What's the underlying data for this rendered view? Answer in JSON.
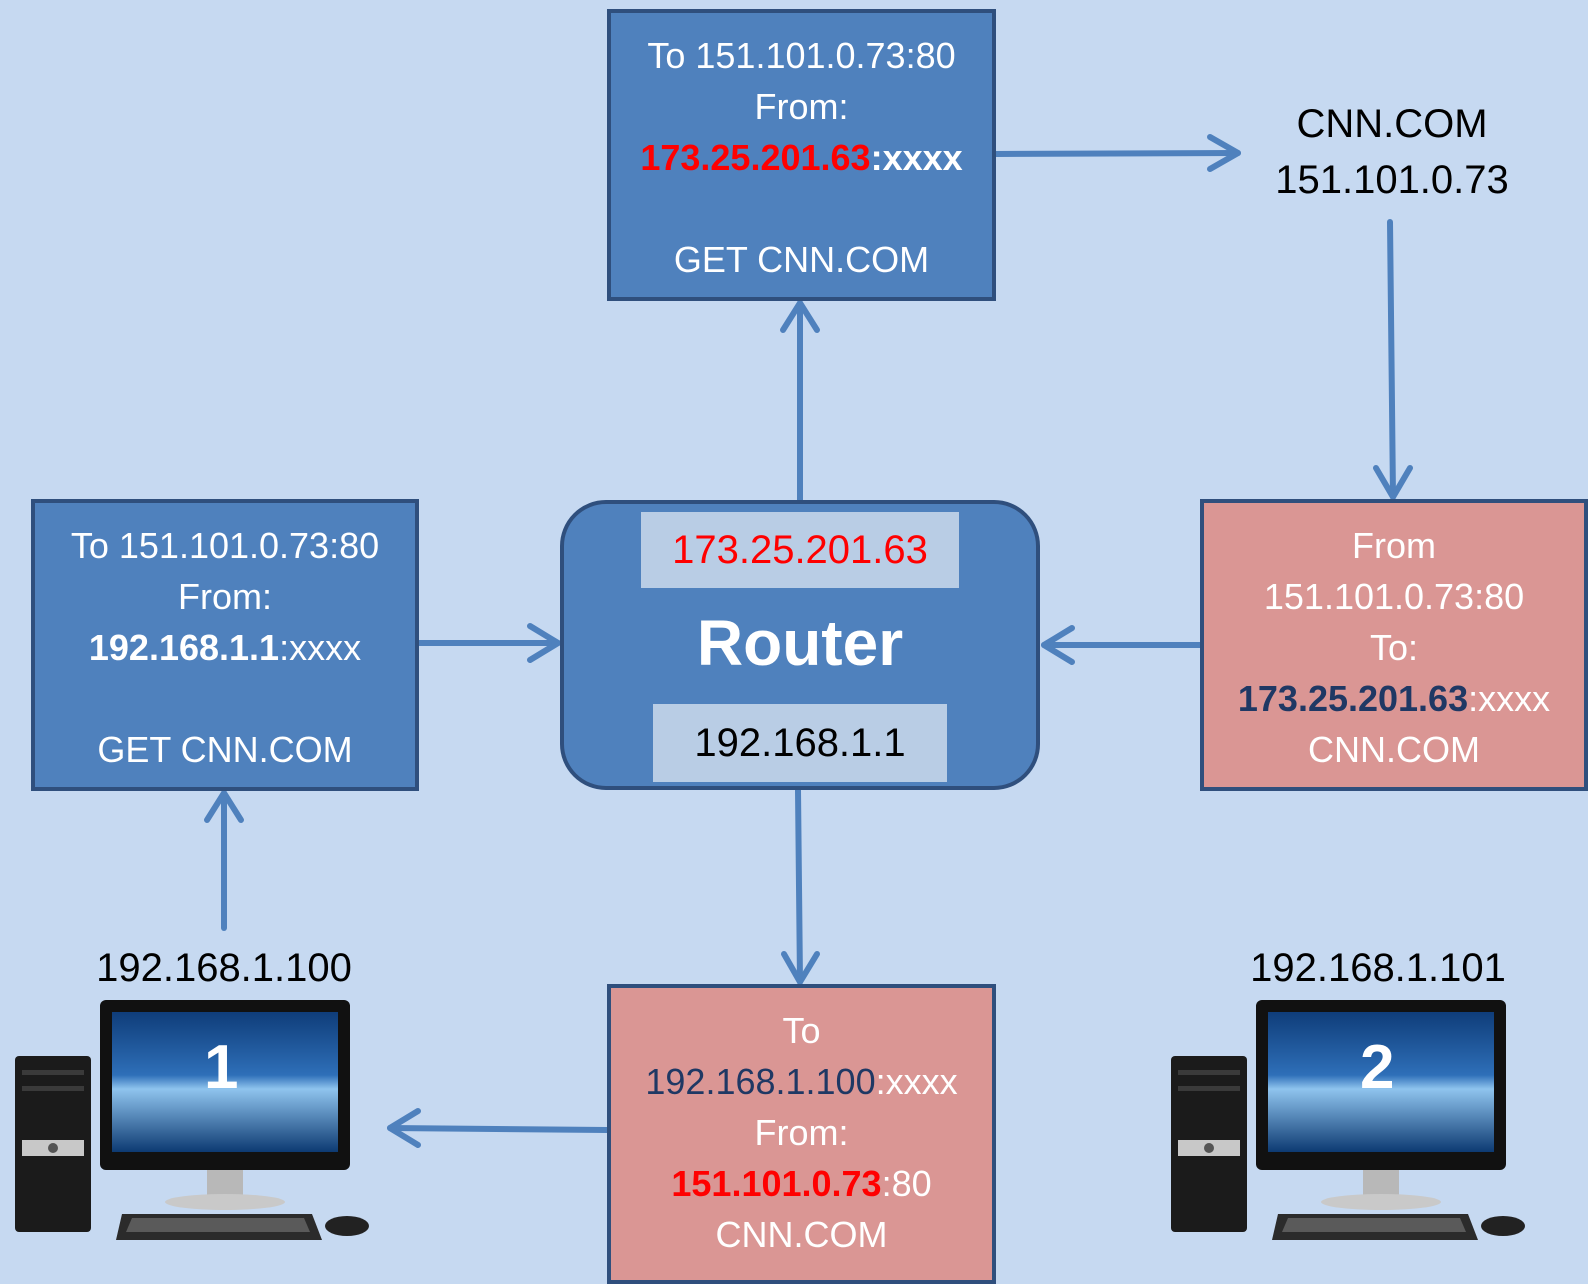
{
  "packet_to_internet": {
    "line1": "To 151.101.0.73:80",
    "line2": "From:",
    "src_ip": "173.25.201.63",
    "src_port": ":xxxx",
    "line4": "GET CNN.COM"
  },
  "server": {
    "name": "CNN.COM",
    "ip": "151.101.0.73"
  },
  "packet_from_pc1": {
    "line1": "To 151.101.0.73:80",
    "line2": "From:",
    "src_ip": "192.168.1.1",
    "src_port": ":xxxx",
    "line4": "GET CNN.COM"
  },
  "router": {
    "public_ip": "173.25.201.63",
    "label": "Router",
    "private_ip": "192.168.1.1"
  },
  "reply_from_server": {
    "line1": "From",
    "line2": "151.101.0.73:80",
    "line3": "To:",
    "dst_ip": "173.25.201.63",
    "dst_port": ":xxxx",
    "line5": "CNN.COM"
  },
  "reply_to_pc1": {
    "line1": "To",
    "dst_ip": "192.168.1.100",
    "dst_port": ":xxxx",
    "line3": "From:",
    "src_ip": "151.101.0.73",
    "src_port": ":80",
    "line5": "CNN.COM"
  },
  "pc1": {
    "ip": "192.168.1.100",
    "number": "1"
  },
  "pc2": {
    "ip": "192.168.1.101",
    "number": "2"
  },
  "colors": {
    "background": "#c6d9f1",
    "request_box": "#4f81bd",
    "reply_box": "#da9694",
    "arrow": "#4f81bd",
    "highlight": "#ff0000"
  }
}
